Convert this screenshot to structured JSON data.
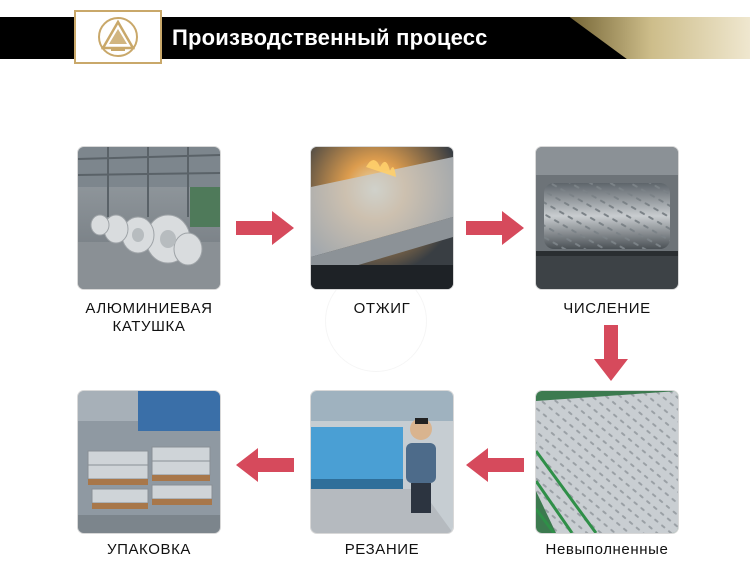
{
  "header": {
    "title": "Производственный процесс",
    "logo_icon": "triangle-emblem-icon"
  },
  "colors": {
    "arrow": "#d64a5c",
    "gold": "#c9a86a",
    "header_bg": "#000000"
  },
  "steps": [
    {
      "line1": "АЛЮМИНИЕВАЯ",
      "line2": "КАТУШКА"
    },
    {
      "line1": "ОТЖИГ"
    },
    {
      "line1": "ЧИСЛЕНИЕ"
    },
    {
      "line1": "Невыполненные"
    },
    {
      "line1": "РЕЗАНИЕ"
    },
    {
      "line1": "УПАКОВКА"
    }
  ]
}
